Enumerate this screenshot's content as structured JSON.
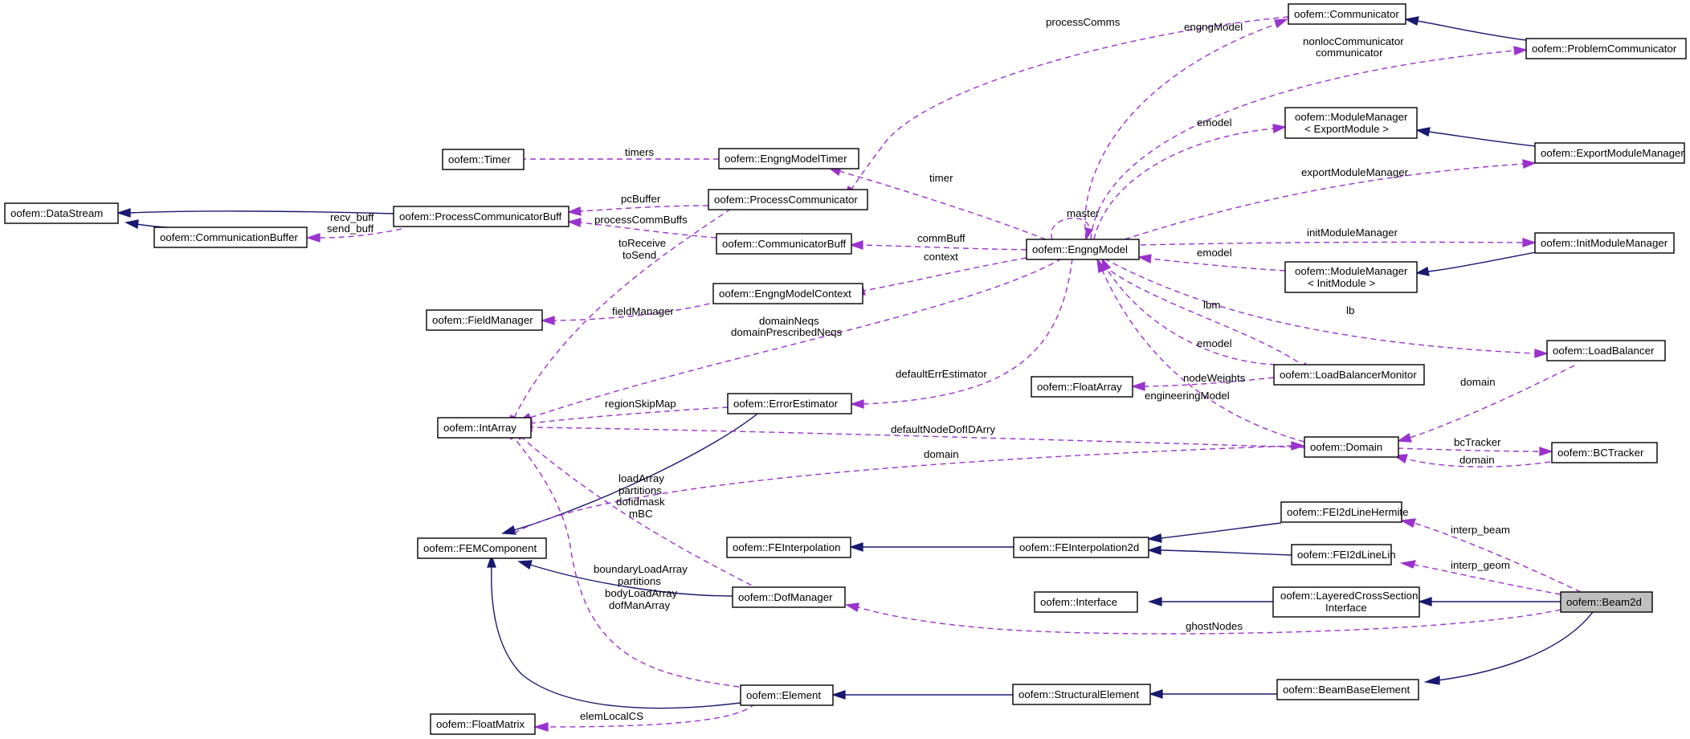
{
  "nodes": {
    "beam2d": {
      "label": "oofem::Beam2d"
    },
    "fei2dlinehermite": {
      "label": "oofem::FEI2dLineHermite"
    },
    "fei2dlinelin": {
      "label": "oofem::FEI2dLineLin"
    },
    "layeredcs": {
      "line1": "oofem::LayeredCrossSection",
      "line2": "Interface"
    },
    "beambaseelement": {
      "label": "oofem::BeamBaseElement"
    },
    "interface": {
      "label": "oofem::Interface"
    },
    "feinterpolation2d": {
      "label": "oofem::FEInterpolation2d"
    },
    "feinterpolation": {
      "label": "oofem::FEInterpolation"
    },
    "structuralelement": {
      "label": "oofem::StructuralElement"
    },
    "element": {
      "label": "oofem::Element"
    },
    "floatmatrix": {
      "label": "oofem::FloatMatrix"
    },
    "femcomponent": {
      "label": "oofem::FEMComponent"
    },
    "intarray": {
      "label": "oofem::IntArray"
    },
    "dofmanager": {
      "label": "oofem::DofManager"
    },
    "errorestimator": {
      "label": "oofem::ErrorEstimator"
    },
    "engngmodel": {
      "label": "oofem::EngngModel"
    },
    "domain": {
      "label": "oofem::Domain"
    },
    "bctracker": {
      "label": "oofem::BCTracker"
    },
    "loadbalancer": {
      "label": "oofem::LoadBalancer"
    },
    "loadbalancermonitor": {
      "label": "oofem::LoadBalancerMonitor"
    },
    "floatarray": {
      "label": "oofem::FloatArray"
    },
    "fieldmanager": {
      "label": "oofem::FieldManager"
    },
    "engngmodelcontext": {
      "label": "oofem::EngngModelContext"
    },
    "communicatorbuff": {
      "label": "oofem::CommunicatorBuff"
    },
    "processcommunicator": {
      "label": "oofem::ProcessCommunicator"
    },
    "processcommunicatorbuff": {
      "label": "oofem::ProcessCommunicatorBuff"
    },
    "communicationbuffer": {
      "label": "oofem::CommunicationBuffer"
    },
    "datastream": {
      "label": "oofem::DataStream"
    },
    "timer": {
      "label": "oofem::Timer"
    },
    "engngmodeltimer": {
      "label": "oofem::EngngModelTimer"
    },
    "communicator": {
      "label": "oofem::Communicator"
    },
    "problemcommunicator": {
      "label": "oofem::ProblemCommunicator"
    },
    "modulemanager_export": {
      "line1": "oofem::ModuleManager",
      "line2": "< ExportModule >"
    },
    "exportmodulemanager": {
      "label": "oofem::ExportModuleManager"
    },
    "initmodulemanager": {
      "label": "oofem::InitModuleManager"
    },
    "modulemanager_init": {
      "line1": "oofem::ModuleManager",
      "line2": "< InitModule >"
    }
  },
  "edge_labels": {
    "interp_beam": "interp_beam",
    "interp_geom": "interp_geom",
    "ghostNodes": "ghostNodes",
    "elemLocalCS": "elemLocalCS",
    "boundaryLoadArray": "boundaryLoadArray",
    "partitions_b": "partitions",
    "bodyLoadArray": "bodyLoadArray",
    "dofManArray": "dofManArray",
    "loadArray": "loadArray",
    "partitions_a": "partitions",
    "dofidmask": "dofidmask",
    "mBC": "mBC",
    "domain_femc": "domain",
    "defaultNodeDofIDArry": "defaultNodeDofIDArry",
    "regionSkipMap": "regionSkipMap",
    "defaultErrEstimator": "defaultErrEstimator",
    "domainNeqs": "domainNeqs",
    "domainPrescribedNeqs": "domainPrescribedNeqs",
    "toReceive": "toReceive",
    "toSend": "toSend",
    "fieldManager": "fieldManager",
    "context": "context",
    "commBuff": "commBuff",
    "processCommBuffs": "processCommBuffs",
    "pcBuffer": "pcBuffer",
    "recv_buff": "recv_buff",
    "send_buff": "send_buff",
    "timers": "timers",
    "timer": "timer",
    "processComms": "processComms",
    "engngModel": "engngModel",
    "nonlocCommunicator": "nonlocCommunicator",
    "communicator": "communicator",
    "emodel_export": "emodel",
    "exportModuleManager": "exportModuleManager",
    "master": "master",
    "initModuleManager": "initModuleManager",
    "emodel_init": "emodel",
    "lbm": "lbm",
    "lb": "lb",
    "emodel_lbm": "emodel",
    "nodeWeights": "nodeWeights",
    "engineeringModel": "engineeringModel",
    "domain_lb": "domain",
    "bcTracker": "bcTracker",
    "domain_bct": "domain"
  },
  "colors": {
    "inheritance": "#191970",
    "usage": "#9a32cd",
    "highlight_fill": "#bfbfbf"
  }
}
